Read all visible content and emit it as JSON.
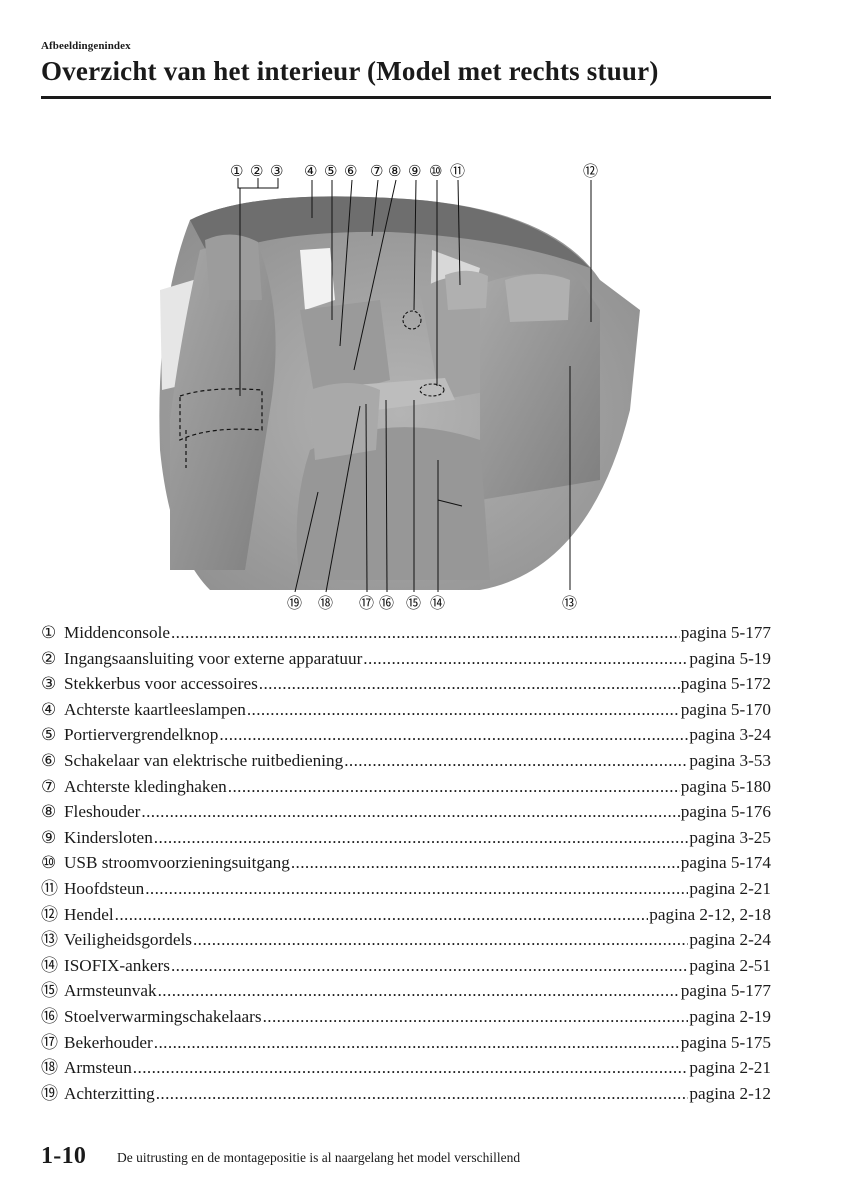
{
  "header": {
    "section": "Afbeeldingenindex",
    "title": "Overzicht van het interieur (Model met rechts stuur)"
  },
  "figure": {
    "callouts_top": [
      "①",
      "②",
      "③",
      "④",
      "⑤",
      "⑥",
      "⑦",
      "⑧",
      "⑨",
      "⑩",
      "⑪",
      "⑫"
    ],
    "callouts_bottom": [
      "⑲",
      "⑱",
      "⑰",
      "⑯",
      "⑮",
      "⑭",
      "⑬"
    ]
  },
  "items": [
    {
      "num": "①",
      "label": "Middenconsole",
      "page": "pagina 5-177"
    },
    {
      "num": "②",
      "label": "Ingangsaansluiting voor externe apparatuur",
      "page": "pagina 5-19"
    },
    {
      "num": "③",
      "label": "Stekkerbus voor accessoires",
      "page": "pagina 5-172"
    },
    {
      "num": "④",
      "label": "Achterste kaartleeslampen",
      "page": "pagina 5-170"
    },
    {
      "num": "⑤",
      "label": "Portiervergrendelknop",
      "page": "pagina 3-24"
    },
    {
      "num": "⑥",
      "label": "Schakelaar van elektrische ruitbediening",
      "page": "pagina 3-53"
    },
    {
      "num": "⑦",
      "label": "Achterste kledinghaken",
      "page": "pagina 5-180"
    },
    {
      "num": "⑧",
      "label": "Fleshouder",
      "page": "pagina 5-176"
    },
    {
      "num": "⑨",
      "label": "Kindersloten",
      "page": "pagina 3-25"
    },
    {
      "num": "⑩",
      "label": "USB stroomvoorzieningsuitgang",
      "page": "pagina 5-174"
    },
    {
      "num": "⑪",
      "label": "Hoofdsteun",
      "page": "pagina 2-21"
    },
    {
      "num": "⑫",
      "label": "Hendel",
      "page": "pagina 2-12, 2-18"
    },
    {
      "num": "⑬",
      "label": "Veiligheidsgordels",
      "page": "pagina 2-24"
    },
    {
      "num": "⑭",
      "label": "ISOFIX-ankers",
      "page": "pagina 2-51"
    },
    {
      "num": "⑮",
      "label": "Armsteunvak",
      "page": "pagina 5-177"
    },
    {
      "num": "⑯",
      "label": "Stoelverwarmingschakelaars",
      "page": "pagina 2-19"
    },
    {
      "num": "⑰",
      "label": "Bekerhouder",
      "page": "pagina 5-175"
    },
    {
      "num": "⑱",
      "label": "Armsteun",
      "page": "pagina 2-21"
    },
    {
      "num": "⑲",
      "label": "Achterzitting",
      "page": "pagina 2-12"
    }
  ],
  "footer": {
    "page_number": "1-10",
    "note": "De uitrusting en de montagepositie is al naargelang het model verschillend"
  }
}
